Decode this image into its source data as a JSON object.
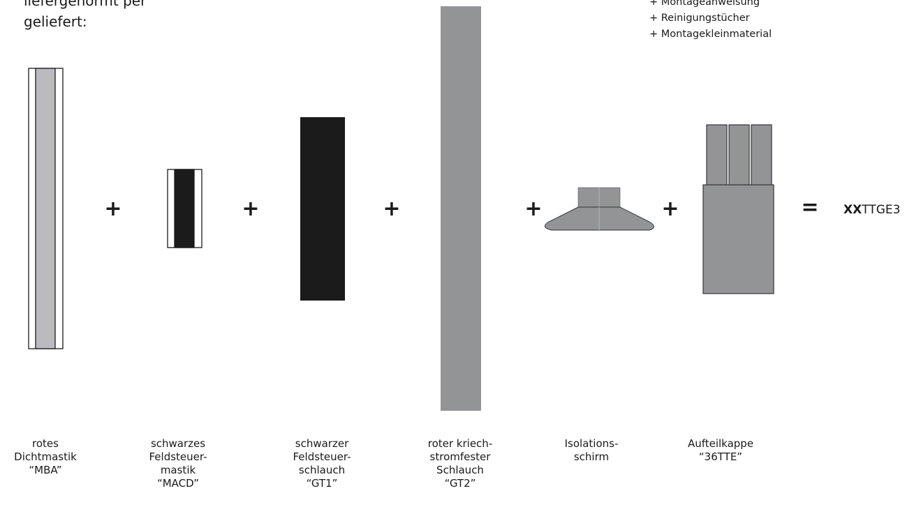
{
  "intro_text": [
    "liefergenormt per",
    "geliefert:"
  ],
  "extras": [
    "+ Montageanweisung",
    "+ Reinigungstücher",
    "+ Montagekleinmaterial"
  ],
  "operators": {
    "plus": "+",
    "equals": "="
  },
  "result": {
    "prefix": "XX",
    "suffix": "TTGE3"
  },
  "components": [
    {
      "id": "mba",
      "lines": [
        "rotes",
        "Dichtmastik",
        "“MBA”"
      ],
      "color": "#b9bbbf"
    },
    {
      "id": "macd",
      "lines": [
        "schwarzes",
        "Feldsteuer-",
        "mastik",
        "“MACD”"
      ],
      "color": "#1b1b1b"
    },
    {
      "id": "gt1",
      "lines": [
        "schwarzer",
        "Feldsteuer-",
        "schlauch",
        "“GT1”"
      ],
      "color": "#1b1b1b"
    },
    {
      "id": "gt2",
      "lines": [
        "roter kriech-",
        "stromfester",
        "Schlauch",
        "“GT2”"
      ],
      "color": "#939496"
    },
    {
      "id": "schirm",
      "lines": [
        "Isolations-",
        "schirm"
      ],
      "color": "#939496"
    },
    {
      "id": "kappe",
      "lines": [
        "Aufteilkappe",
        "“36TTE”"
      ],
      "color": "#939496"
    }
  ]
}
